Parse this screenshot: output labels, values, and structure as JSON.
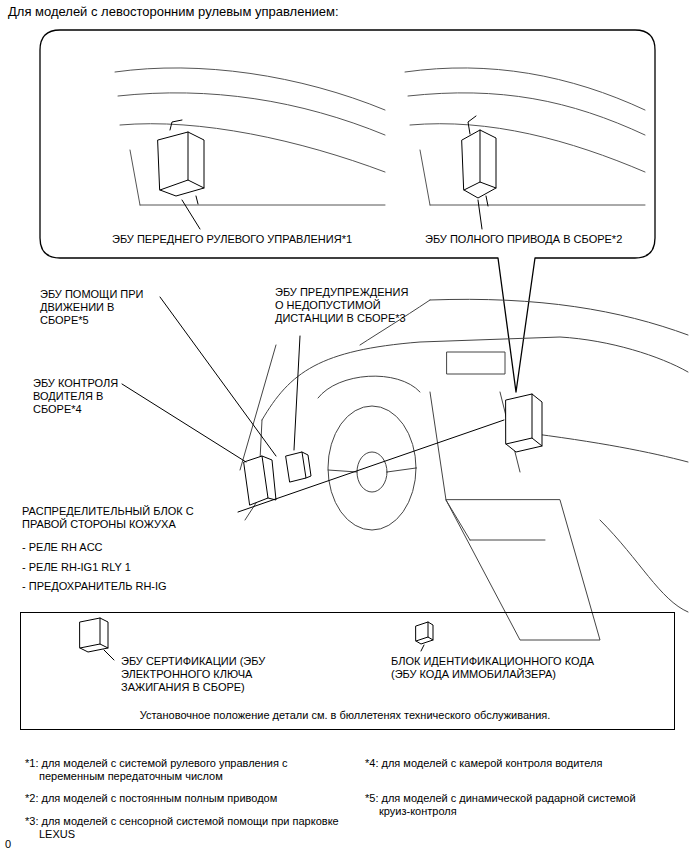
{
  "diagram": {
    "title": "Для моделей с левосторонним рулевым управлением:",
    "nodes": [
      {
        "text": [
          "ЭБУ ПЕРЕДНЕГО РУЛЕВОГО УПРАВЛЕНИЯ*1",
          "ЭБУ ПОЛНОГО ПРИВОДА В СБОРЕ*2"
        ]
      },
      {
        "text": [
          "ЭБУ СЕРТИФИКАЦИИ (ЭБУ ЭЛЕКТРОННОГО КЛЮЧА ЗАЖИГАНИЯ В СБОРЕ)",
          "БЛОК ИДЕНТИФИКАЦИОННОГО КОДА (ЭБУ КОДА ИММОБИЛАЙЗЕРА)",
          "Установочное положение детали см. в бюллетенях технического обслуживания."
        ]
      }
    ],
    "labels": [
      "ЭБУ ПОМОЩИ ПРИ ДВИЖЕНИИ В СБОРЕ*5",
      "ЭБУ ПРЕДУПРЕЖДЕНИЯ О НЕДОПУСТИМОЙ ДИСТАНЦИИ В СБОРЕ*3",
      "ЭБУ КОНТРОЛЯ ВОДИТЕЛЯ В СБОРЕ*4",
      "РАСПРЕДЕЛИТЕЛЬНЫЙ БЛОК С ПРАВОЙ СТОРОНЫ КОЖУХА",
      "- РЕЛЕ RH ACC",
      "- РЕЛЕ RH-IG1 RLY 1",
      "- ПРЕДОХРАНИТЕЛЬ RH-IG",
      "*1: для моделей с системой рулевого управления с переменным передаточным числом",
      "*2: для моделей с постоянным полным приводом",
      "*3: для моделей с сенсорной системой помощи при парковке LEXUS",
      "*4: для моделей с камерой контроля водителя",
      "*5: для моделей с динамической радарной системой круиз-контроля",
      "0"
    ]
  }
}
